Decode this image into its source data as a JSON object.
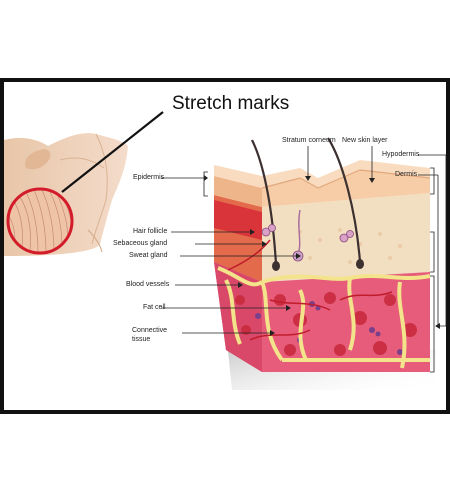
{
  "title": "Stretch marks",
  "labels": {
    "stratum_corneum": "Stratum corneum",
    "new_skin_layer": "New skin layer",
    "hypodermis": "Hypodermis",
    "dermis": "Dermis",
    "epidermis": "Epidermis",
    "hair_follicle": "Hair follicle",
    "sebaceous_gland": "Sebaceous gland",
    "sweat_gland": "Sweat gland",
    "blood_vessels": "Blood vessels",
    "fat_cell": "Fat cell",
    "connective_tissue_1": "Connective",
    "connective_tissue_2": "tissue"
  },
  "colors": {
    "skin_top": "#f6cda6",
    "epidermis_red": "#d8343a",
    "dermis_cream": "#f2dec0",
    "fat_yellow": "#f3e38a",
    "tissue_pink": "#e65c7a",
    "fat_cell_red": "#c8283a",
    "vessel_purple": "#7a3f8a",
    "highlight_circle": "#d21c2a"
  }
}
